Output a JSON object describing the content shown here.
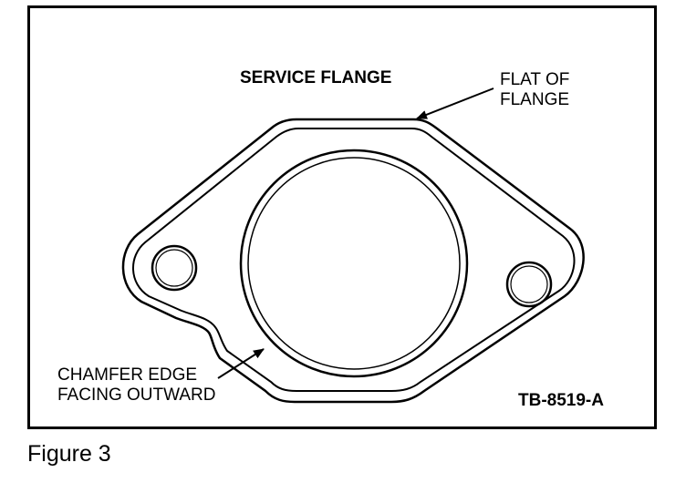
{
  "figure": {
    "title": "SERVICE FLANGE",
    "callout_flat": [
      "FLAT OF",
      "FLANGE"
    ],
    "callout_chamfer": [
      "CHAMFER EDGE",
      "FACING OUTWARD"
    ],
    "drawing_code": "TB-8519-A",
    "caption": "Figure 3"
  }
}
